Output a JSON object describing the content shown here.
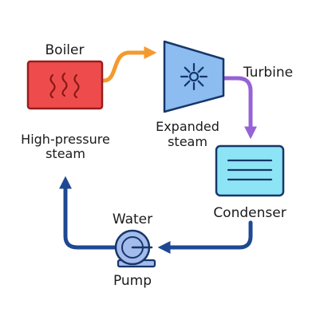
{
  "labels": {
    "boiler": "Boiler",
    "turbine": "Turbine",
    "condenser": "Condenser",
    "pump": "Pump",
    "water": "Water",
    "high_pressure_line1": "High-pressure",
    "high_pressure_line2": "steam",
    "expanded_line1": "Expanded",
    "expanded_line2": "steam"
  },
  "colors": {
    "boiler_fill": "#ee4c4c",
    "boiler_stroke": "#9c1c1c",
    "boiler_flame": "#8c1818",
    "turbine_fill": "#8cbcf0",
    "turbine_stroke": "#16366a",
    "condenser_fill": "#8ce4f4",
    "condenser_stroke": "#16366a",
    "pump_fill": "#a4bcec",
    "pump_stroke": "#16366a",
    "arrow_boiler_to_turbine": "#f39a2e",
    "arrow_turbine_to_condenser": "#9663d6",
    "arrow_return_water": "#1e4892"
  },
  "icons": {
    "boiler": "heat-waves-icon",
    "turbine": "fan-rotor-icon",
    "condenser": "horizontal-lines-icon",
    "pump": "pump-icon"
  }
}
